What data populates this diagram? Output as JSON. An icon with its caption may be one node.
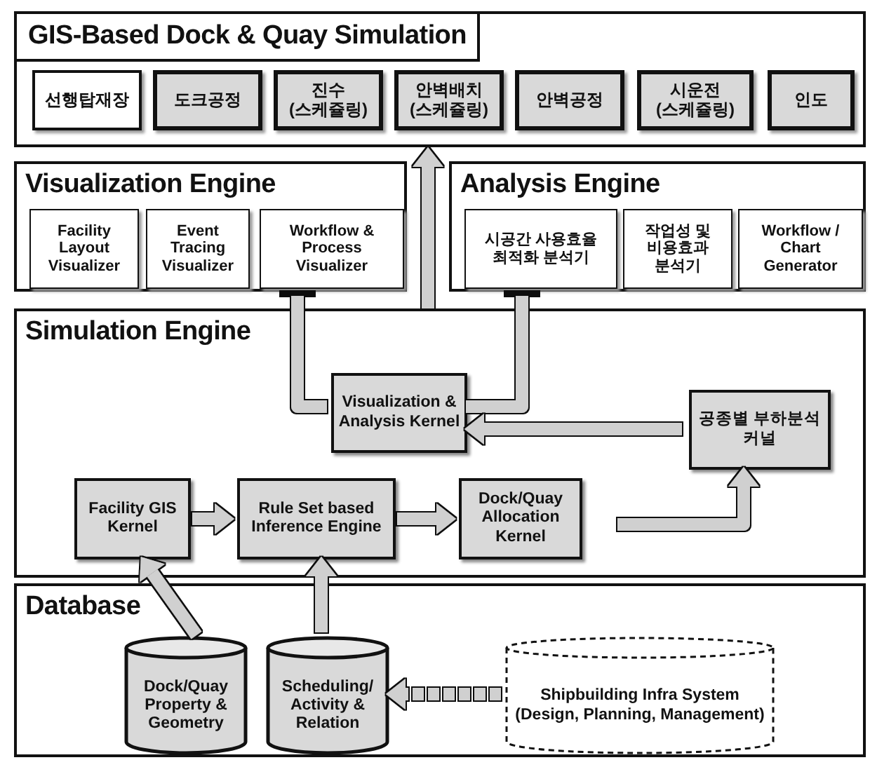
{
  "diagram": {
    "nodes": [
      {
        "text": [
          "GIS-Based Dock & Quay Simulation"
        ]
      },
      {
        "text": [
          "선행탑재장"
        ],
        "in": 0
      },
      {
        "text": [
          "도크공정"
        ],
        "in": 0
      },
      {
        "text": [
          "진수 (스케쥴링)"
        ],
        "in": 0
      },
      {
        "text": [
          "안벽배치 (스케쥴링)"
        ],
        "in": 0
      },
      {
        "text": [
          "안벽공정"
        ],
        "in": 0
      },
      {
        "text": [
          "시운전 (스케쥴링)"
        ],
        "in": 0
      },
      {
        "text": [
          "인도"
        ],
        "in": 0
      },
      {
        "text": [
          "Visualization Engine"
        ]
      },
      {
        "text": [
          "Facility Layout Visualizer"
        ],
        "in": 8
      },
      {
        "text": [
          "Event Tracing Visualizer"
        ],
        "in": 8
      },
      {
        "text": [
          "Workflow & Process Visualizer"
        ],
        "in": 8
      },
      {
        "text": [
          "Analysis Engine"
        ]
      },
      {
        "text": [
          "시공간 사용효율 최적화 분석기"
        ],
        "in": 12
      },
      {
        "text": [
          "작업성 및 비용효과 분석기"
        ],
        "in": 12
      },
      {
        "text": [
          "Workflow / Chart Generator"
        ],
        "in": 12
      },
      {
        "text": [
          "Simulation Engine"
        ]
      },
      {
        "text": [
          "Visualization & Analysis Kernel"
        ],
        "in": 16
      },
      {
        "text": [
          "공종별 부하분석 커널"
        ],
        "in": 16
      },
      {
        "text": [
          "Facility GIS Kernel"
        ],
        "in": 16
      },
      {
        "text": [
          "Rule Set based Inference Engine"
        ],
        "in": 16
      },
      {
        "text": [
          "Dock/Quay Allocation Kernel"
        ],
        "in": 16
      },
      {
        "text": [
          "Database"
        ]
      },
      {
        "text": [
          "Dock/Quay Property & Geometry"
        ],
        "in": 22
      },
      {
        "text": [
          "Scheduling/ Activity & Relation"
        ],
        "in": 22
      },
      {
        "text": [
          "Shipbuilding Infra System (Design, Planning, Management)"
        ],
        "in": 22
      }
    ],
    "edges": [
      {
        "from": 16,
        "to": 0,
        "arrow": "to"
      },
      {
        "from": 17,
        "to": 8,
        "arrow": "other"
      },
      {
        "from": 17,
        "to": 12,
        "arrow": "other"
      },
      {
        "from": 18,
        "to": 17,
        "arrow": "to"
      },
      {
        "from": 19,
        "to": 20,
        "arrow": "to"
      },
      {
        "from": 20,
        "to": 21,
        "arrow": "to"
      },
      {
        "from": 21,
        "to": 18,
        "arrow": "to"
      },
      {
        "from": 23,
        "to": 19,
        "arrow": "to"
      },
      {
        "from": 24,
        "to": 20,
        "arrow": "to"
      },
      {
        "from": 25,
        "to": 24,
        "arrow": "to",
        "style": "dashed"
      }
    ]
  }
}
